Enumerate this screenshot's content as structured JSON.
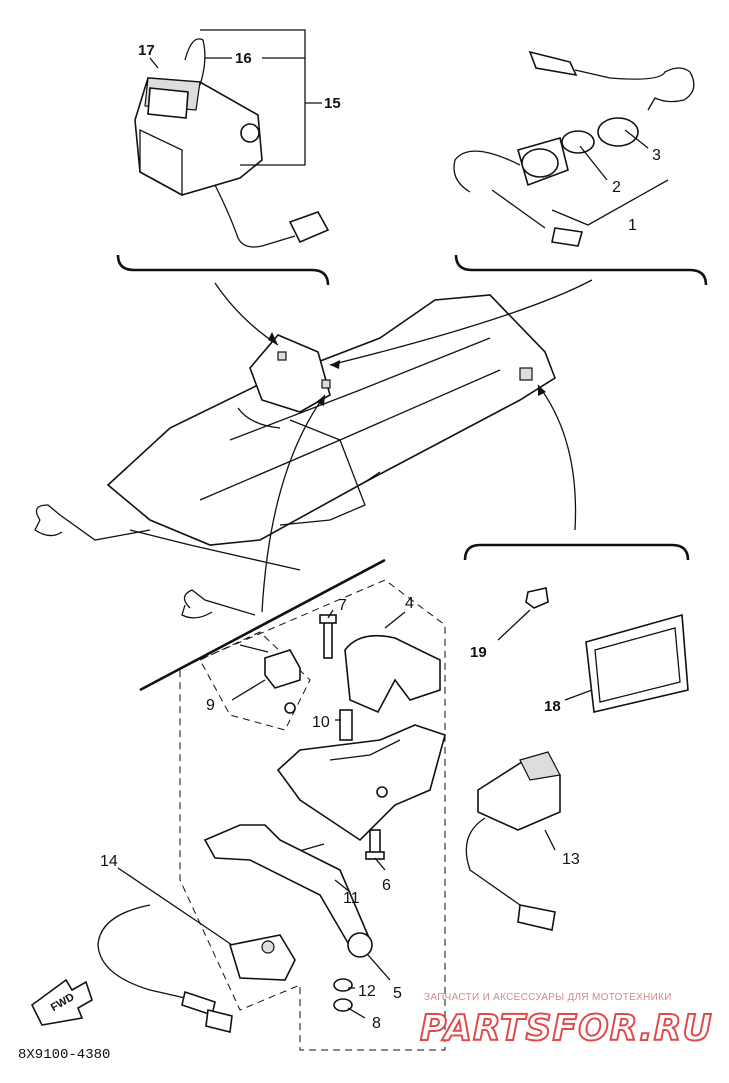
{
  "diagram": {
    "drawing_code": "8X9100-4380",
    "fwd_label": "FWD",
    "callouts": [
      "1",
      "2",
      "3",
      "4",
      "5",
      "6",
      "7",
      "8",
      "9",
      "10",
      "11",
      "12",
      "13",
      "14",
      "15",
      "16",
      "17",
      "18",
      "19"
    ]
  },
  "watermark": {
    "tagline": "ЗАПЧАСТИ И АКСЕССУАРЫ ДЛЯ МОТОТЕХНИКИ",
    "brand": "PARTSFOR.RU",
    "color": "#e04a4a"
  }
}
